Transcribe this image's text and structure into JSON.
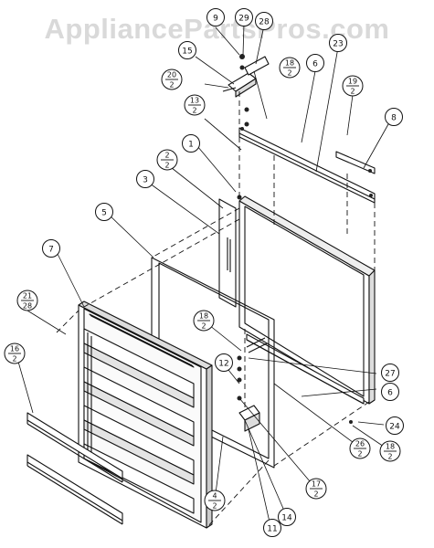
{
  "watermark": "AppliancePartsPros.com",
  "callouts": [
    {
      "id": "c9",
      "type": "single",
      "text": "9"
    },
    {
      "id": "c29",
      "type": "single",
      "text": "29"
    },
    {
      "id": "c28",
      "type": "single",
      "text": "28"
    },
    {
      "id": "c15",
      "type": "single",
      "text": "15"
    },
    {
      "id": "c20",
      "type": "fraction",
      "top": "20",
      "bottom": "2"
    },
    {
      "id": "c18a",
      "type": "fraction",
      "top": "18",
      "bottom": "2"
    },
    {
      "id": "c6a",
      "type": "single",
      "text": "6"
    },
    {
      "id": "c23",
      "type": "single",
      "text": "23"
    },
    {
      "id": "c19",
      "type": "fraction",
      "top": "19",
      "bottom": "2"
    },
    {
      "id": "c8",
      "type": "single",
      "text": "8"
    },
    {
      "id": "c13",
      "type": "fraction",
      "top": "13",
      "bottom": "2"
    },
    {
      "id": "c1",
      "type": "single",
      "text": "1"
    },
    {
      "id": "c2",
      "type": "fraction",
      "top": "2",
      "bottom": "2"
    },
    {
      "id": "c3",
      "type": "single",
      "text": "3"
    },
    {
      "id": "c5",
      "type": "single",
      "text": "5"
    },
    {
      "id": "c7",
      "type": "single",
      "text": "7"
    },
    {
      "id": "c21",
      "type": "fraction",
      "top": "21",
      "bottom": "28"
    },
    {
      "id": "c18b",
      "type": "fraction",
      "top": "18",
      "bottom": "2"
    },
    {
      "id": "c16",
      "type": "fraction",
      "top": "16",
      "bottom": "2"
    },
    {
      "id": "c12",
      "type": "single",
      "text": "12"
    },
    {
      "id": "c27",
      "type": "single",
      "text": "27"
    },
    {
      "id": "c6b",
      "type": "single",
      "text": "6"
    },
    {
      "id": "c24",
      "type": "single",
      "text": "24"
    },
    {
      "id": "c26",
      "type": "fraction",
      "top": "26",
      "bottom": "2"
    },
    {
      "id": "c18c",
      "type": "fraction",
      "top": "18",
      "bottom": "2"
    },
    {
      "id": "c17",
      "type": "fraction",
      "top": "17",
      "bottom": "2"
    },
    {
      "id": "c14",
      "type": "single",
      "text": "14"
    },
    {
      "id": "c11",
      "type": "single",
      "text": "11"
    },
    {
      "id": "c4",
      "type": "fraction",
      "top": "4",
      "bottom": "2"
    }
  ]
}
